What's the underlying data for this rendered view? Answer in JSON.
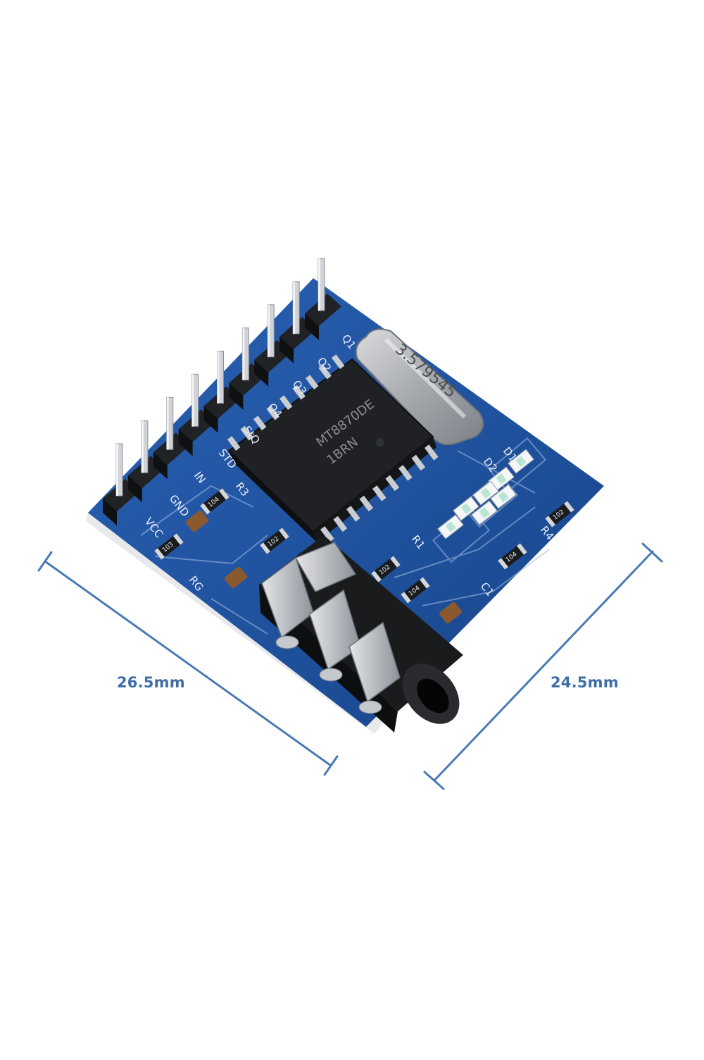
{
  "colors": {
    "background": "#ffffff",
    "dimension_line": "#4a7ab5",
    "dimension_text": "#3f6ea6",
    "pcb": "#1d4f9e",
    "pcb_dark": "#163f82",
    "silkscreen": "#e8eef8",
    "chip": "#222427",
    "pin_gold": "#c9ccd0",
    "header_plastic": "#17181a",
    "crystal": "#b9bcc0"
  },
  "dimensions": {
    "width_label": "26.5mm",
    "depth_label": "24.5mm"
  },
  "board": {
    "crystal_marking": "3.579545",
    "chip_marking": [
      "MT8870DE",
      "1BRN"
    ],
    "pin_labels": [
      "Q1",
      "Q2",
      "Q3",
      "Q4",
      "StQ",
      "STD",
      "IN",
      "GND",
      "VCC"
    ],
    "led_labels": [
      "D1",
      "D2"
    ],
    "resistor_markings": [
      "104",
      "103",
      "102",
      "102",
      "104",
      "104",
      "102"
    ],
    "ref_labels": [
      "R3",
      "R4",
      "R1",
      "C1",
      "RG"
    ]
  },
  "icons": {
    "pcb": "dtmf-decoder-module-icon",
    "audio_jack": "audio-jack-icon"
  }
}
